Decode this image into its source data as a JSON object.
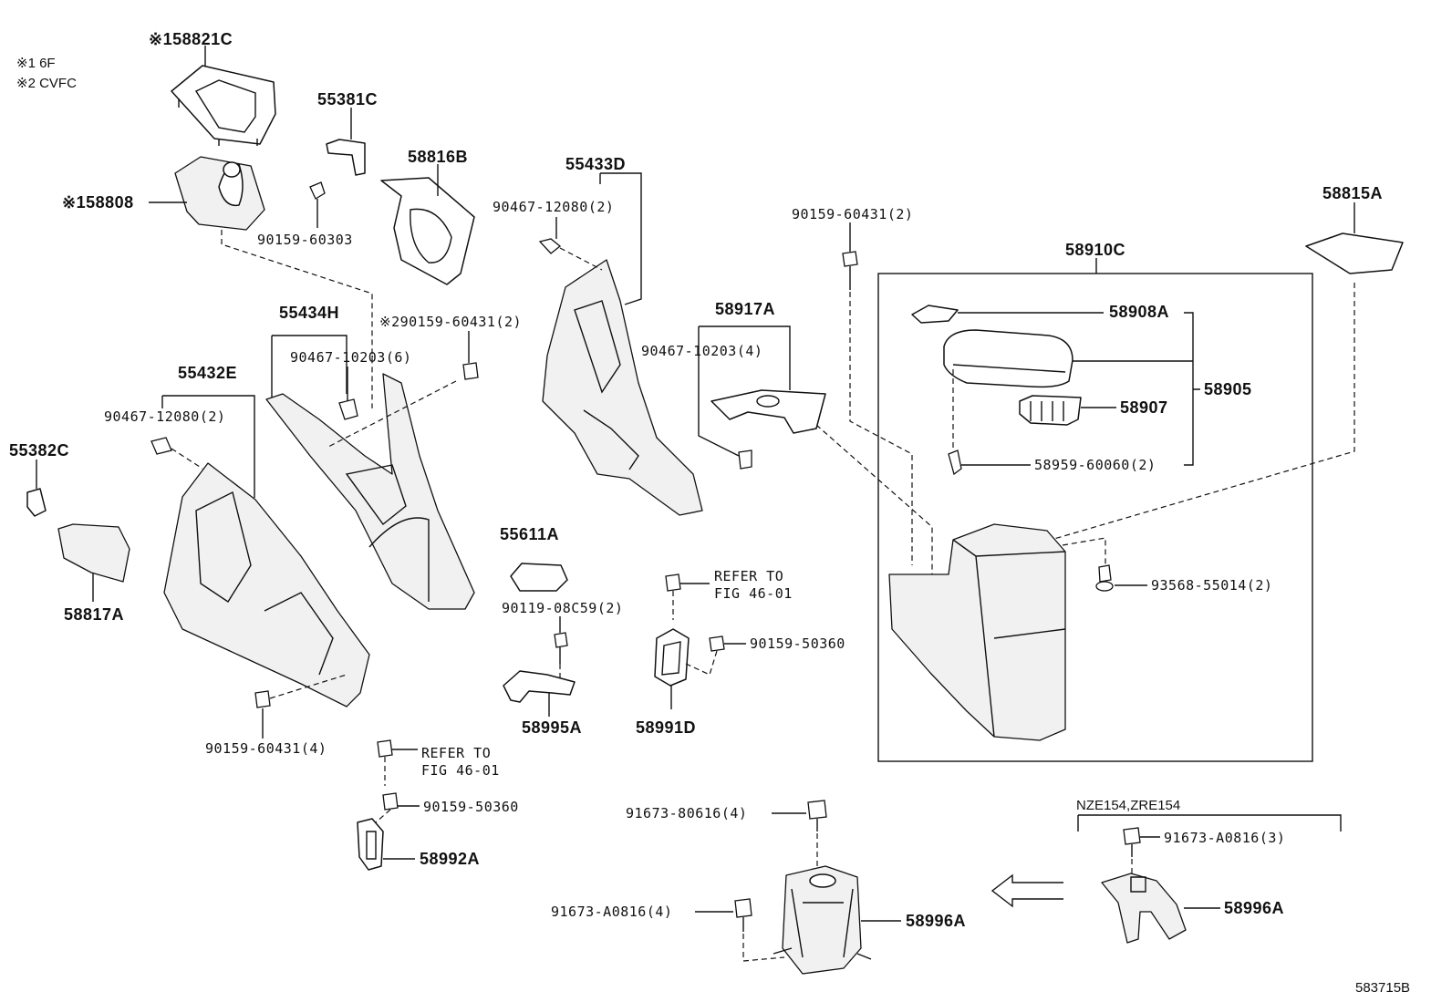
{
  "notes": [
    "※1 6F",
    "※2 CVFC"
  ],
  "labels": {
    "p58821C": "※158821C",
    "p58808": "※158808",
    "p55381C": "55381C",
    "b9015960303": "90159-60303",
    "p58816B": "58816B",
    "p55433D": "55433D",
    "b9046712080a": "90467-12080(2)",
    "b9015960431a": "90159-60431(2)",
    "p58815A": "58815A",
    "p58910C": "58910C",
    "p55434H": "55434H",
    "b9015960431b": "※290159-60431(2)",
    "b9046710203a": "90467-10203(6)",
    "p58917A": "58917A",
    "b9046710203b": "90467-10203(4)",
    "p58908A": "58908A",
    "p58905": "58905",
    "p58907": "58907",
    "b5895960060": "58959-60060(2)",
    "p55432E": "55432E",
    "b9046712080b": "90467-12080(2)",
    "p55382C": "55382C",
    "p58817A": "58817A",
    "p55611A": "55611A",
    "b9011908C59": "90119-08C59(2)",
    "refer1a": "REFER TO",
    "refer1b": "FIG 46-01",
    "b9015950360a": "90159-50360",
    "b9356855014": "93568-55014(2)",
    "p58995A": "58995A",
    "p58991D": "58991D",
    "b9015960431c": "90159-60431(4)",
    "refer2a": "REFER TO",
    "refer2b": "FIG 46-01",
    "b9015950360b": "90159-50360",
    "p58992A": "58992A",
    "b9167380616": "91673-80616(4)",
    "b91673A0816a": "91673-A0816(4)",
    "p58996Aa": "58996A",
    "variant": "NZE154,ZRE154",
    "b91673A0816b": "91673-A0816(3)",
    "p58996Ab": "58996A",
    "figure_id": "583715B"
  }
}
